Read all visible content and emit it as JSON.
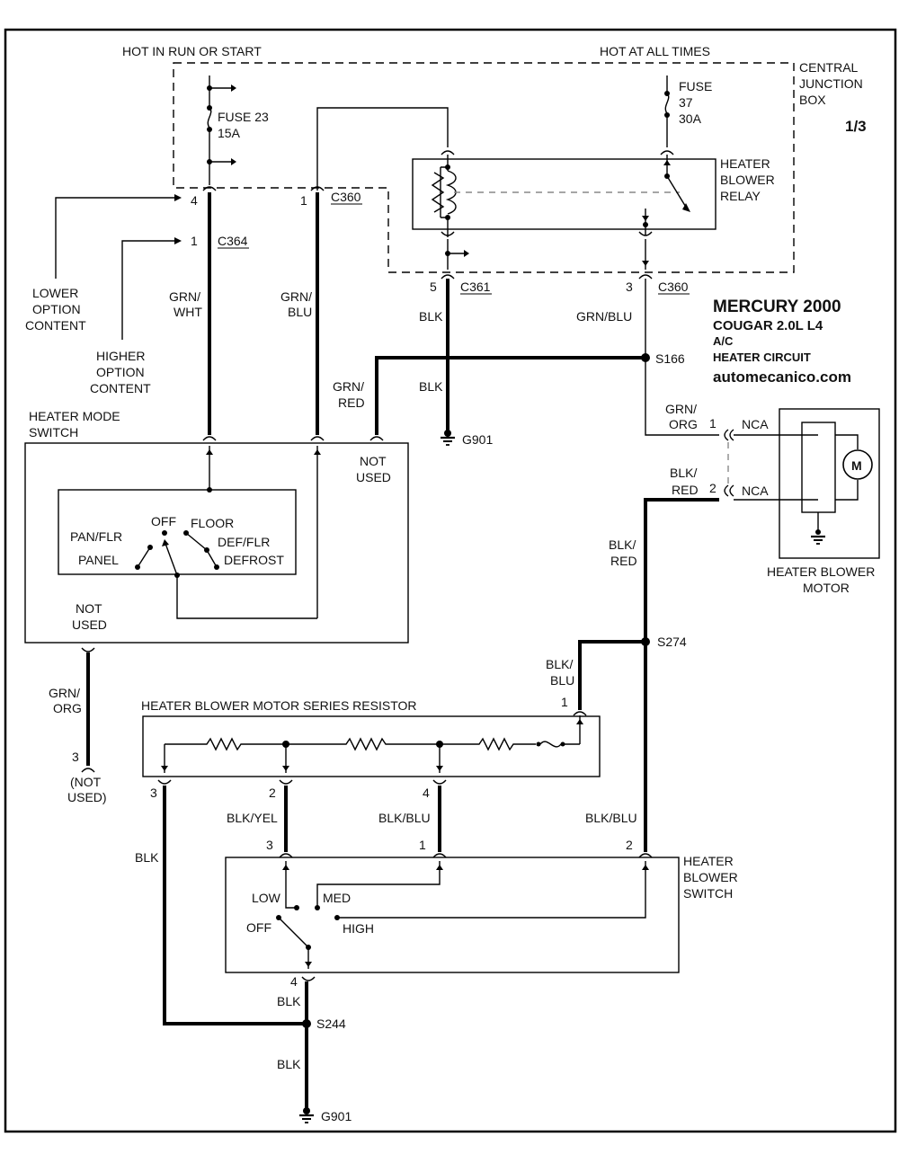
{
  "title": {
    "make_year": "MERCURY 2000",
    "model": "COUGAR  2.0L  L4",
    "system": "A/C",
    "circuit": "HEATER CIRCUIT",
    "website": "automecanico.com",
    "page": "1/3"
  },
  "power": {
    "hot_run_start": "HOT IN RUN OR START",
    "hot_all_times": "HOT AT ALL TIMES"
  },
  "fuses": {
    "fuse23_name": "FUSE 23",
    "fuse23_amp": "15A",
    "fuse37_name": "FUSE",
    "fuse37_num": "37",
    "fuse37_amp": "30A"
  },
  "junction_box": [
    "CENTRAL",
    "JUNCTION",
    "BOX"
  ],
  "relay": [
    "HEATER",
    "BLOWER",
    "RELAY"
  ],
  "connectors": {
    "c364_pin4": "4",
    "c364_pin1": "1",
    "c364": "C364",
    "c360_pin1": "1",
    "c360_top": "C360",
    "c361_pin": "5",
    "c361": "C361",
    "c360_pin3": "3",
    "c360_right": "C360",
    "nca_pin1": "1",
    "nca_1": "NCA",
    "nca_pin2": "2",
    "nca_2": "NCA",
    "resistor_pin1": "1",
    "resistor_pin2": "2",
    "resistor_pin3": "3",
    "resistor_pin4": "4",
    "switch_pin3": "3",
    "switch_pin1": "1",
    "switch_pin2": "2",
    "switch_pin4": "4",
    "unused_pin3": "3"
  },
  "wires": {
    "grn_wht": [
      "GRN/",
      "WHT"
    ],
    "grn_blu_left": [
      "GRN/",
      "BLU"
    ],
    "blk_c361": "BLK",
    "blk_g901": "BLK",
    "grn_blu_right": "GRN/BLU",
    "grn_red": [
      "GRN/",
      "RED"
    ],
    "grn_org_motor": [
      "GRN/",
      "ORG"
    ],
    "blk_red_motor": [
      "BLK/",
      "RED"
    ],
    "blk_red_down": [
      "BLK/",
      "RED"
    ],
    "blk_blu_resistor": [
      "BLK/",
      "BLU"
    ],
    "grn_org_unused": [
      "GRN/",
      "ORG"
    ],
    "blk_resistor3": "BLK",
    "blk_yel": "BLK/YEL",
    "blk_blu_4": "BLK/BLU",
    "blk_blu_2": "BLK/BLU",
    "blk_switch4": "BLK",
    "blk_ground": "BLK"
  },
  "splices": {
    "s166": "S166",
    "s274": "S274",
    "s244": "S244"
  },
  "grounds": {
    "g901_top": "G901",
    "g901_bottom": "G901"
  },
  "option_labels": {
    "lower": [
      "LOWER",
      "OPTION",
      "CONTENT"
    ],
    "higher": [
      "HIGHER",
      "OPTION",
      "CONTENT"
    ]
  },
  "mode_switch": {
    "title": [
      "HEATER MODE",
      "SWITCH"
    ],
    "not_used_top": [
      "NOT",
      "USED"
    ],
    "not_used_bottom": [
      "NOT",
      "USED"
    ],
    "pan_flr": "PAN/FLR",
    "panel": "PANEL",
    "off": "OFF",
    "floor": "FLOOR",
    "def_flr": "DEF/FLR",
    "defrost": "DEFROST"
  },
  "unused_terminal": [
    "(NOT",
    "USED)"
  ],
  "motor": {
    "title": [
      "HEATER BLOWER",
      "MOTOR"
    ],
    "symbol": "M"
  },
  "resistor": {
    "title": "HEATER BLOWER MOTOR SERIES RESISTOR"
  },
  "blower_switch": {
    "title": [
      "HEATER",
      "BLOWER",
      "SWITCH"
    ],
    "low": "LOW",
    "med": "MED",
    "off": "OFF",
    "high": "HIGH"
  }
}
